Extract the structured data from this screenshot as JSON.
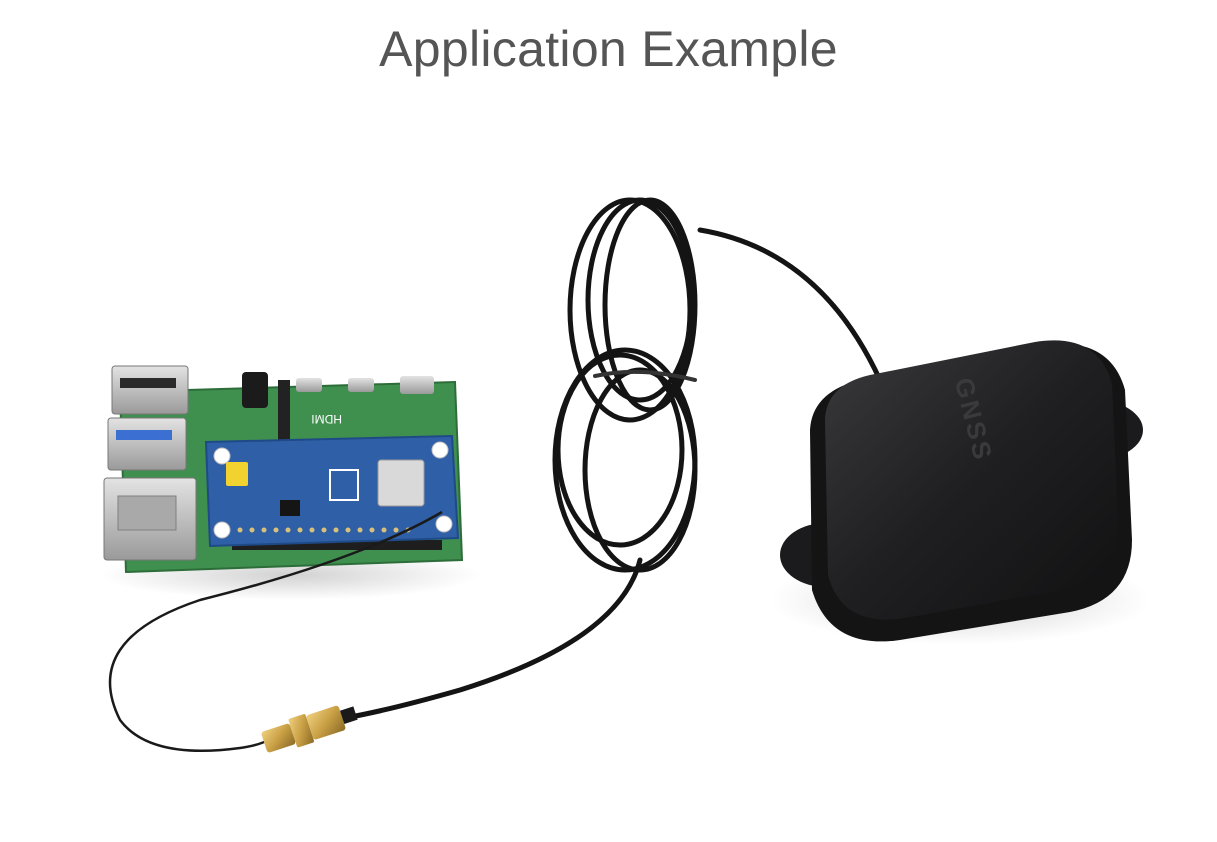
{
  "page": {
    "title": "Application Example"
  },
  "photo": {
    "antenna_logo": "GNSS",
    "board_label": "HDMI",
    "colors": {
      "background": "#ffffff",
      "title_text": "#555555",
      "pi_board": "#3f8f4f",
      "hat_board": "#2f5fa6",
      "antenna_body": "#1d1d1f",
      "cable": "#141414",
      "connector_gold": "#c9a045"
    }
  }
}
